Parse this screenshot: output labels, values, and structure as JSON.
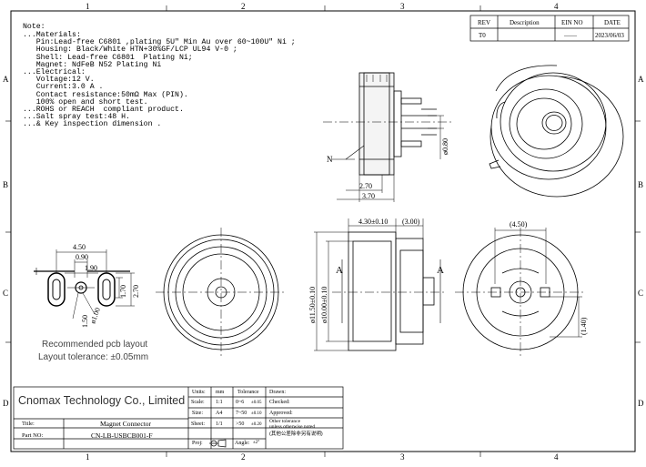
{
  "grid": {
    "columns": [
      "1",
      "2",
      "3",
      "4"
    ],
    "rows": [
      "A",
      "B",
      "C",
      "D"
    ]
  },
  "notes": {
    "heading": "Note:",
    "lines": [
      "...Materials:",
      "   Pin:Lead-free C6801 ,plating 5U\" Min Au over 60~100U\" Ni ;",
      "   Housing: Black/White HTN+30%GF/LCP UL94 V-0 ;",
      "   Shell: Lead-free C6801  Plating Ni;",
      "   Magnet: NdFeB N52 Plating Ni",
      "...Electrical:",
      "   Voltage:12 V.",
      "   Current:3.0 A .",
      "   Contact resistance:50mΩ Max (PIN).",
      "   100% open and short test.",
      "...ROHS or REACH  compliant product.",
      "...Salt spray test:48 H.",
      "...& Key inspection dimension ."
    ]
  },
  "revision_table": {
    "headers": [
      "REV",
      "Description",
      "EIN NO",
      "DATE"
    ],
    "row": [
      "T0",
      "",
      "——",
      "2023/06/03"
    ]
  },
  "dimensions": {
    "side_2_70": "2.70",
    "side_3_70": "3.70",
    "side_dia_0_80": "ø0.80",
    "side_label_n": "N",
    "pcb_4_50": "4.50",
    "pcb_0_90": "0.90",
    "pcb_1_90": "1.90",
    "pcb_1_70": "1.70",
    "pcb_2_70": "2.70",
    "pcb_1_00": "ø1.00",
    "pcb_1_50": "1.50",
    "sec_4_30": "4.30±0.10",
    "sec_3_00": "(3.00)",
    "sec_11_50": "ø11.50±0.10",
    "sec_10_00": "ø10.00±0.10",
    "sec_a_left": "A",
    "sec_a_right": "A",
    "back_4_50": "(4.50)",
    "back_1_40": "(1.40)"
  },
  "pcb_caption": {
    "line1": "Recommended pcb layout",
    "line2": "Layout tolerance: ±0.05mm"
  },
  "title_block": {
    "company": "Cnomax Technology Co., Limited",
    "title_label": "Title:",
    "title_value": "Magnet Connector",
    "part_label": "Part NO:",
    "part_value": "CN-LB-USBCB001-F",
    "units_label": "Units:",
    "units_value": "mm",
    "scale_label": "Scale:",
    "scale_value": "1:1",
    "size_label": "Size:",
    "size_value": "A4",
    "sheet_label": "Sheet:",
    "sheet_value": "1/1",
    "proj_label": "Proj:",
    "angle_label": "Angle:",
    "angle_value": "±2°",
    "tolerance_header": "Tolerance",
    "tol_rows": [
      {
        "range": "0~6",
        "value": "±0.05"
      },
      {
        "range": "7~50",
        "value": "±0.10"
      },
      {
        "range": ">50",
        "value": "±0.20"
      }
    ],
    "drawn_label": "Drawn:",
    "checked_label": "Checked:",
    "approved_label": "Approved:",
    "other_tol_line1": "Other tolerance",
    "other_tol_line2": "unless otherwise noted",
    "other_tol_line3": "(其他公差除非另有说明)"
  }
}
